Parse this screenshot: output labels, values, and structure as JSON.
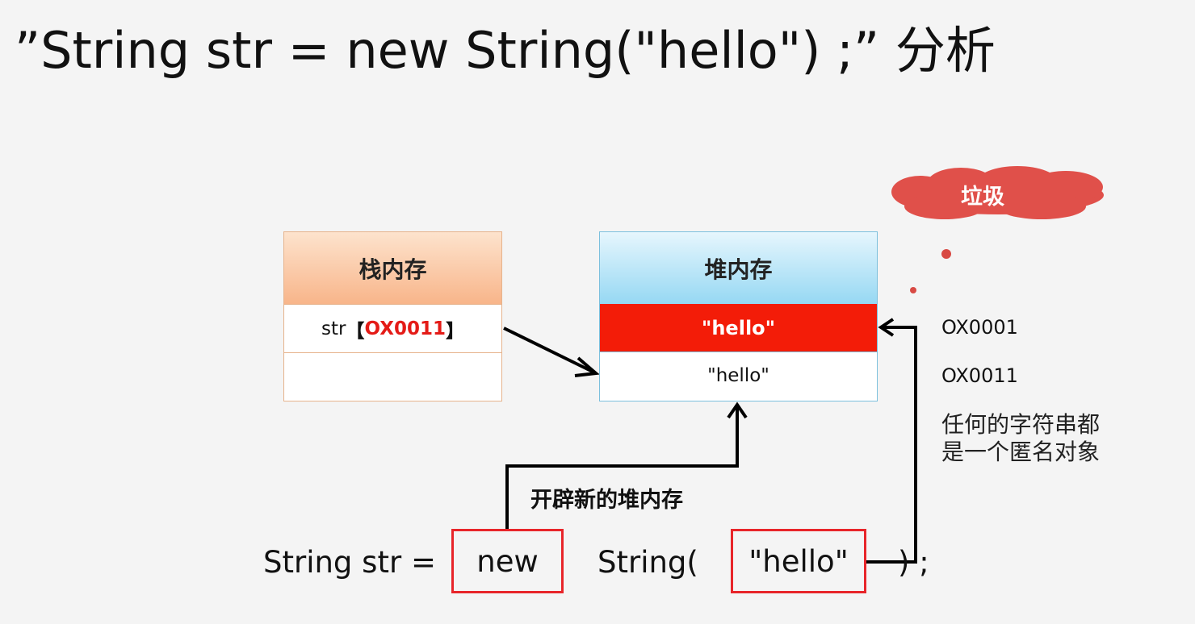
{
  "title": "”String str = new String(\"hello\") ;” 分析",
  "stack": {
    "header": "栈内存",
    "var": "str",
    "bracket_open": "【",
    "address": "OX0011",
    "bracket_close": "】"
  },
  "heap": {
    "header": "堆内存",
    "cell1": "\"hello\"",
    "cell2": "\"hello\""
  },
  "addresses": [
    "OX0001",
    "OX0011"
  ],
  "note_lines": [
    "任何的字符串都",
    "是一个匿名对象"
  ],
  "garbage_label": "垃圾",
  "new_heap_label": "开辟新的堆内存",
  "code": {
    "prefix": "String str =",
    "new_kw": "new",
    "string_call": "String(",
    "literal": "\"hello\"",
    "suffix": ") ;"
  },
  "colors": {
    "highlight_red": "#f31c08",
    "box_border_red": "#e8252a",
    "stack_header": "#f8b58a",
    "heap_header": "#96d8f3",
    "cloud": "#e0504a"
  }
}
